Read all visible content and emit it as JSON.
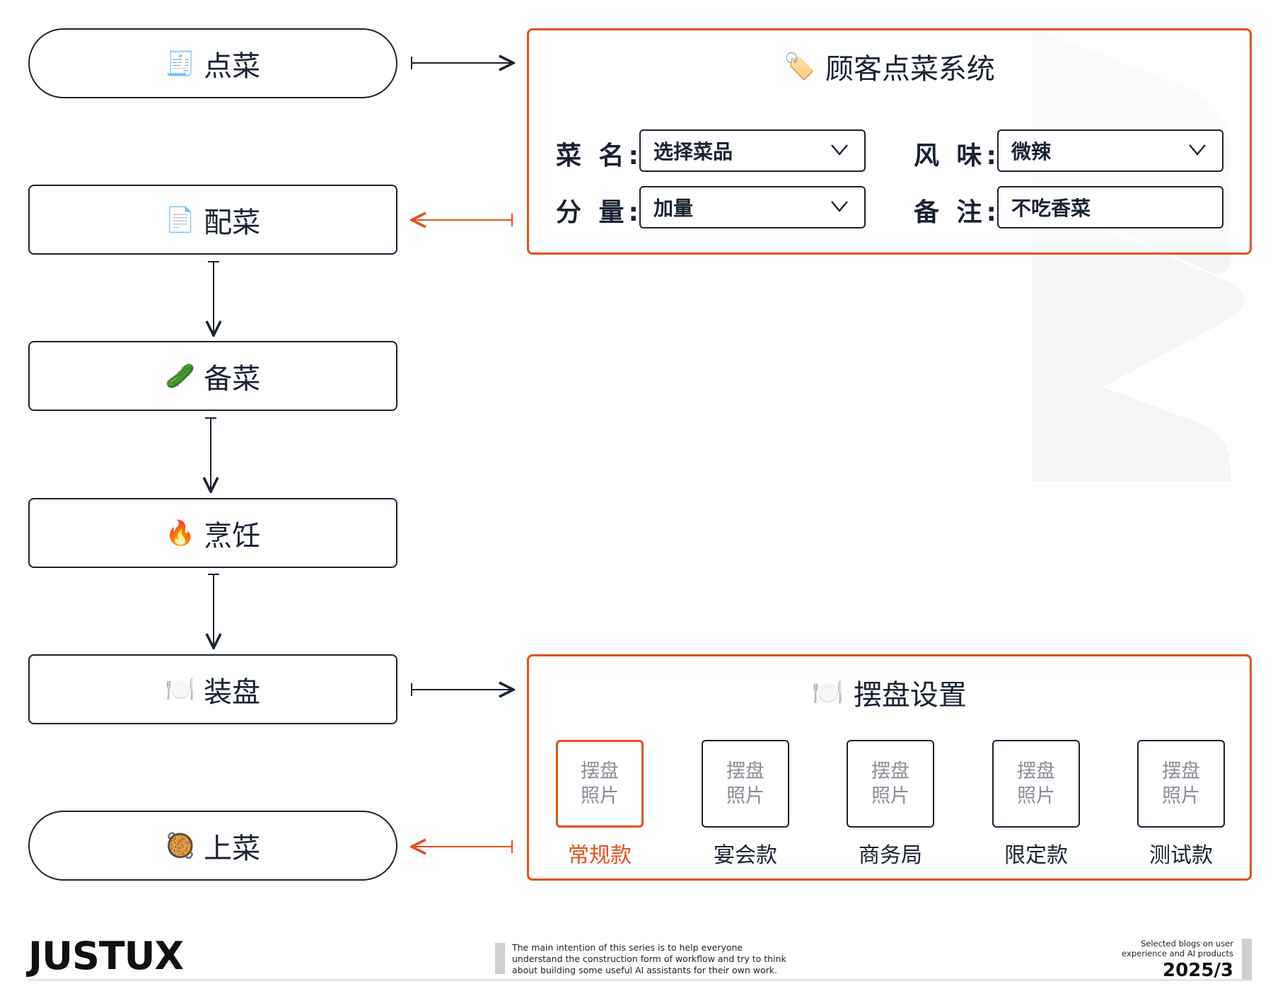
{
  "flow": {
    "nodes": [
      {
        "label": "点菜",
        "icon": "receipt-icon",
        "emoji": "🧾"
      },
      {
        "label": "配菜",
        "icon": "page-icon",
        "emoji": "📄"
      },
      {
        "label": "备菜",
        "icon": "cucumber-icon",
        "emoji": "🥒"
      },
      {
        "label": "烹饪",
        "icon": "fire-icon",
        "emoji": "🔥"
      },
      {
        "label": "装盘",
        "icon": "plate-icon",
        "emoji": "🍽️"
      },
      {
        "label": "上菜",
        "icon": "paella-icon",
        "emoji": "🥘"
      }
    ]
  },
  "order_panel": {
    "title": "顾客点菜系统",
    "title_icon": "label-tag-icon",
    "title_emoji": "🏷️",
    "fields": {
      "dish": {
        "label": "菜 名:",
        "value": "选择菜品"
      },
      "flavor": {
        "label": "风 味:",
        "value": "微辣"
      },
      "portion": {
        "label": "分 量:",
        "value": "加量"
      },
      "note": {
        "label": "备 注:",
        "value": "不吃香菜"
      }
    }
  },
  "plating_panel": {
    "title": "摆盘设置",
    "title_icon": "plate-icon",
    "title_emoji": "🍽️",
    "photo_placeholder": [
      "摆盘",
      "照片"
    ],
    "options": [
      {
        "label": "常规款",
        "active": true
      },
      {
        "label": "宴会款",
        "active": false
      },
      {
        "label": "商务局",
        "active": false
      },
      {
        "label": "限定款",
        "active": false
      },
      {
        "label": "测试款",
        "active": false
      }
    ]
  },
  "colors": {
    "accent": "#e4501c",
    "ink": "#1a2233",
    "placeholder": "#8a8f99"
  },
  "footer": {
    "brand": "JUSTUX",
    "description": "The main intention of this series is to help everyone understand the construction form of workflow and try to think about building some useful AI assistants for their own work.",
    "description_lines": [
      "The main intention of this series is to help everyone",
      "understand the construction form of workflow and try to think",
      "about building some useful AI assistants for their own work."
    ],
    "tagline_lines": [
      "Selected blogs on user",
      "experience and AI products"
    ],
    "date": "2025/3"
  }
}
